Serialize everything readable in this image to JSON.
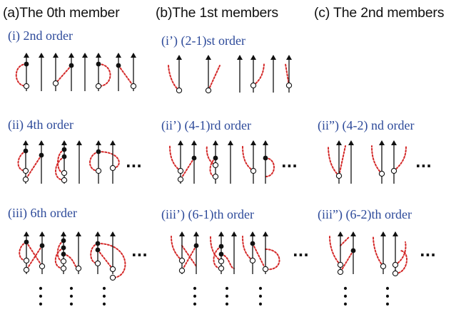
{
  "headers": {
    "col_a": "(a)The 0th member",
    "col_b": "(b)The 1st members",
    "col_c": "(c) The 2nd members"
  },
  "labels": {
    "a_i": "(i) 2nd order",
    "a_ii": "(ii) 4th order",
    "a_iii": "(iii) 6th order",
    "b_i": "(i’)  (2-1)st order",
    "b_ii": "(ii’) (4-1)rd  order",
    "b_iii": "(iii’) (6-1)th order",
    "c_ii": "(ii”) (4-2) nd order",
    "c_iii": "(iii”) (6-2)th order"
  },
  "ellipsis": "···",
  "colors": {
    "label_blue": "#2d4a9a",
    "loop_red": "#d42a2a",
    "ink": "#111111"
  }
}
